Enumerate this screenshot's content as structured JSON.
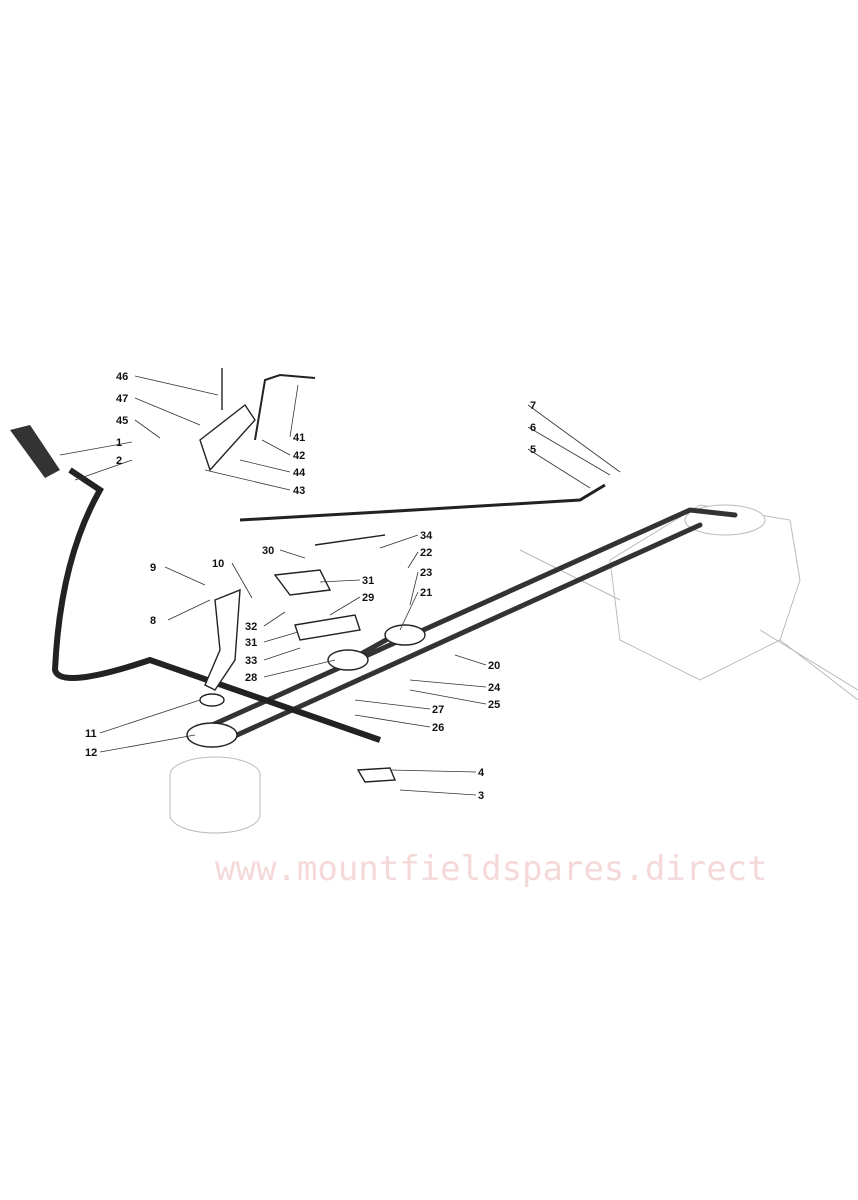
{
  "watermark": "www.mountfieldspares.direct",
  "labels": {
    "l46": "46",
    "l47": "47",
    "l45": "45",
    "l1": "1",
    "l2": "2",
    "l41": "41",
    "l42": "42",
    "l44": "44",
    "l43": "43",
    "l7": "7",
    "l6": "6",
    "l5": "5",
    "l34": "34",
    "l30": "30",
    "l22": "22",
    "l31a": "31",
    "l23": "23",
    "l9": "9",
    "l10": "10",
    "l29": "29",
    "l21": "21",
    "l8": "8",
    "l32": "32",
    "l31b": "31",
    "l33": "33",
    "l28": "28",
    "l20": "20",
    "l24": "24",
    "l25": "25",
    "l27": "27",
    "l26": "26",
    "l11": "11",
    "l12": "12",
    "l4": "4",
    "l3": "3"
  }
}
